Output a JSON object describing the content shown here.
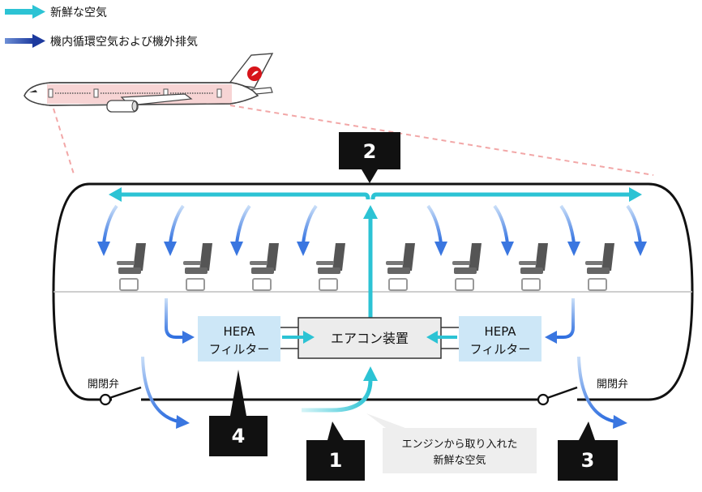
{
  "legend": [
    {
      "label": "新鮮な空気",
      "color": "#2cc3d4"
    },
    {
      "label": "機内循環空気および機外排気",
      "color": "#1f3fa6"
    }
  ],
  "components": {
    "hepa_left_line1": "HEPA",
    "hepa_left_line2": "フィルター",
    "aircon": "エアコン装置",
    "hepa_right_line1": "HEPA",
    "hepa_right_line2": "フィルター",
    "valve_left": "開閉弁",
    "valve_right": "開閉弁",
    "engine_note_line1": "エンジンから取り入れた",
    "engine_note_line2": "新鮮な空気"
  },
  "steps": [
    "1",
    "2",
    "3",
    "4"
  ],
  "colors": {
    "fresh": "#2cc3d4",
    "recirc_light": "#9ec3f2",
    "recirc_dark": "#3a76e0",
    "hepa_bg": "#cde7f7",
    "aircon_bg": "#ececec",
    "badge": "#111111",
    "note_bg": "#eeeeee",
    "fuselage_highlight": "#f6cfcf",
    "jal_red": "#d7141a"
  }
}
